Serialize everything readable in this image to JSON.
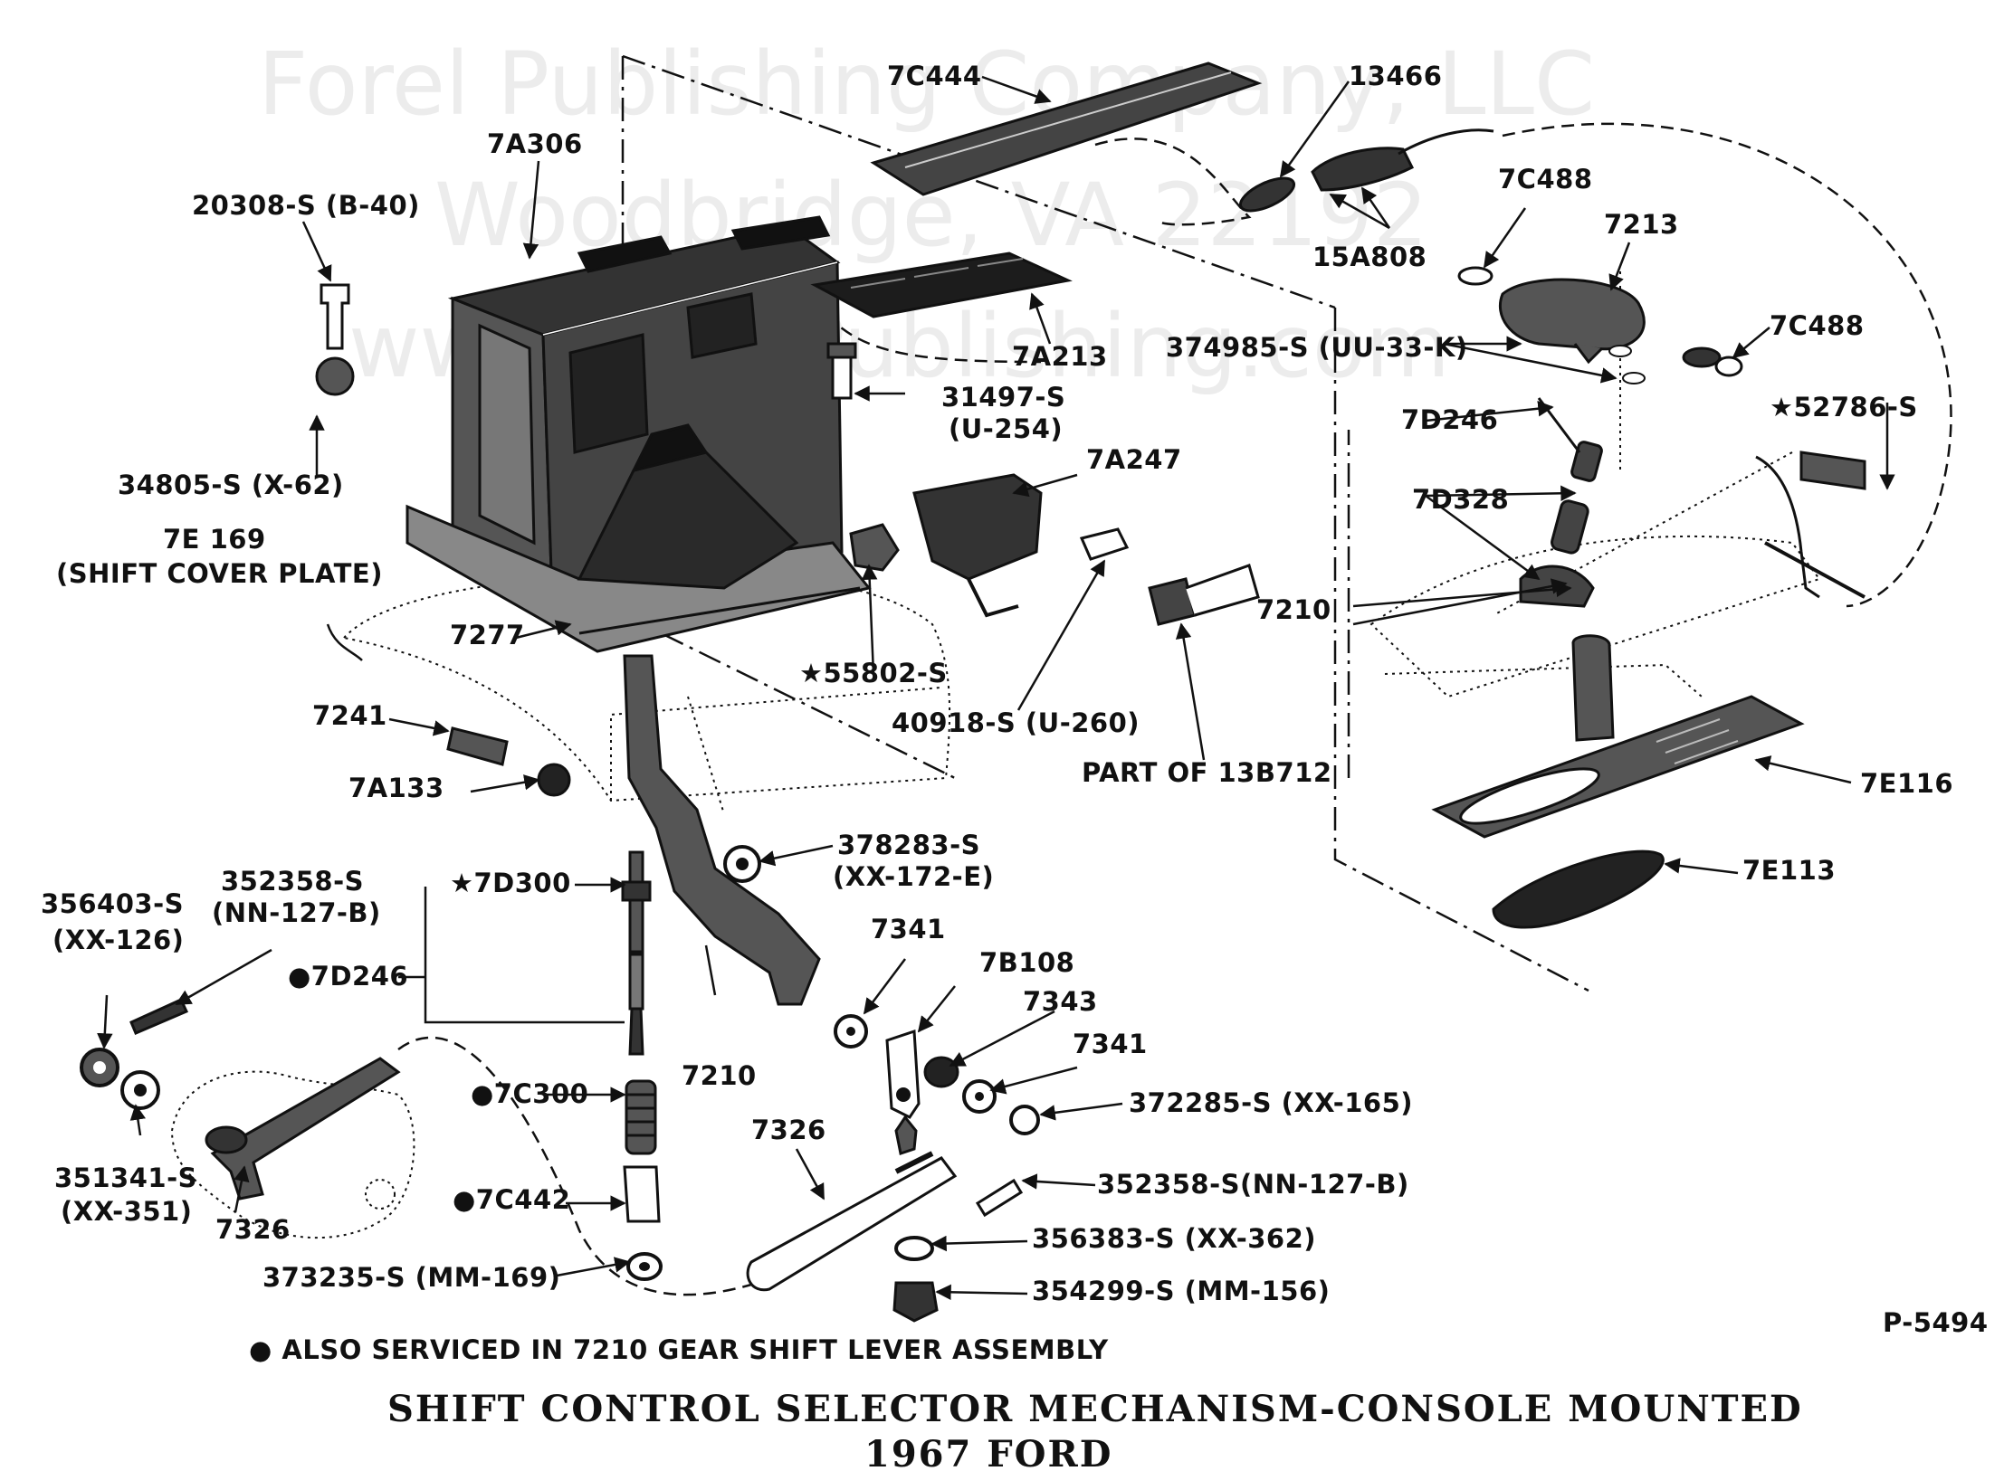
{
  "watermark": {
    "line1": "Forel Publishing Company, LLC",
    "line2": "Woodbridge, VA 22192",
    "line3": "www.ForelPublishing.com"
  },
  "labels": {
    "l_7c444": "7C444",
    "l_13466": "13466",
    "l_7a306": "7A306",
    "l_20308s": "20308-S (B-40)",
    "l_7c488_top": "7C488",
    "l_7213": "7213",
    "l_15a808": "15A808",
    "l_374985s": "374985-S (UU-33-K)",
    "l_7c488_right": "7C488",
    "l_7a213": "7A213",
    "l_31497s": "31497-S",
    "l_31497s_code": "(U-254)",
    "l_7d246_top": "7D246",
    "l_52786s": "★52786-S",
    "l_34805s": "34805-S (X-62)",
    "l_7a247": "7A247",
    "l_7d328": "7D328",
    "l_7e169": "7E 169",
    "l_7e169_name": "(SHIFT COVER PLATE)",
    "l_7210_right": "7210",
    "l_7277": "7277",
    "l_55802s": "★55802-S",
    "l_40918s": "40918-S (U-260)",
    "l_7241": "7241",
    "l_part13b712": "PART OF 13B712",
    "l_7e116": "7E116",
    "l_7a133": "7A133",
    "l_378283s": "378283-S",
    "l_378283s_code": "(XX-172-E)",
    "l_7e113": "7E113",
    "l_356403s": "356403-S",
    "l_356403s_code": "(XX-126)",
    "l_352358s_left": "352358-S",
    "l_352358s_left_code": "(NN-127-B)",
    "l_7d300": "★7D300",
    "l_7d246_left": "●7D246",
    "l_7341_a": "7341",
    "l_7b108": "7B108",
    "l_7343": "7343",
    "l_7341_b": "7341",
    "l_7210_mid": "7210",
    "l_7c300": "●7C300",
    "l_372285s": "372285-S (XX-165)",
    "l_351341s": "351341-S",
    "l_351341s_code": "(XX-351)",
    "l_7326_left": "7326",
    "l_7326_mid": "7326",
    "l_352358s_right": "352358-S(NN-127-B)",
    "l_7c442": "●7C442",
    "l_356383s": "356383-S (XX-362)",
    "l_373235s": "373235-S (MM-169)",
    "l_354299s": "354299-S (MM-156)",
    "l_p5494": "P-5494"
  },
  "footnote": "● ALSO SERVICED IN 7210 GEAR SHIFT LEVER ASSEMBLY",
  "caption": {
    "title": "SHIFT CONTROL SELECTOR MECHANISM-CONSOLE MOUNTED",
    "subtitle": "1967 FORD"
  }
}
